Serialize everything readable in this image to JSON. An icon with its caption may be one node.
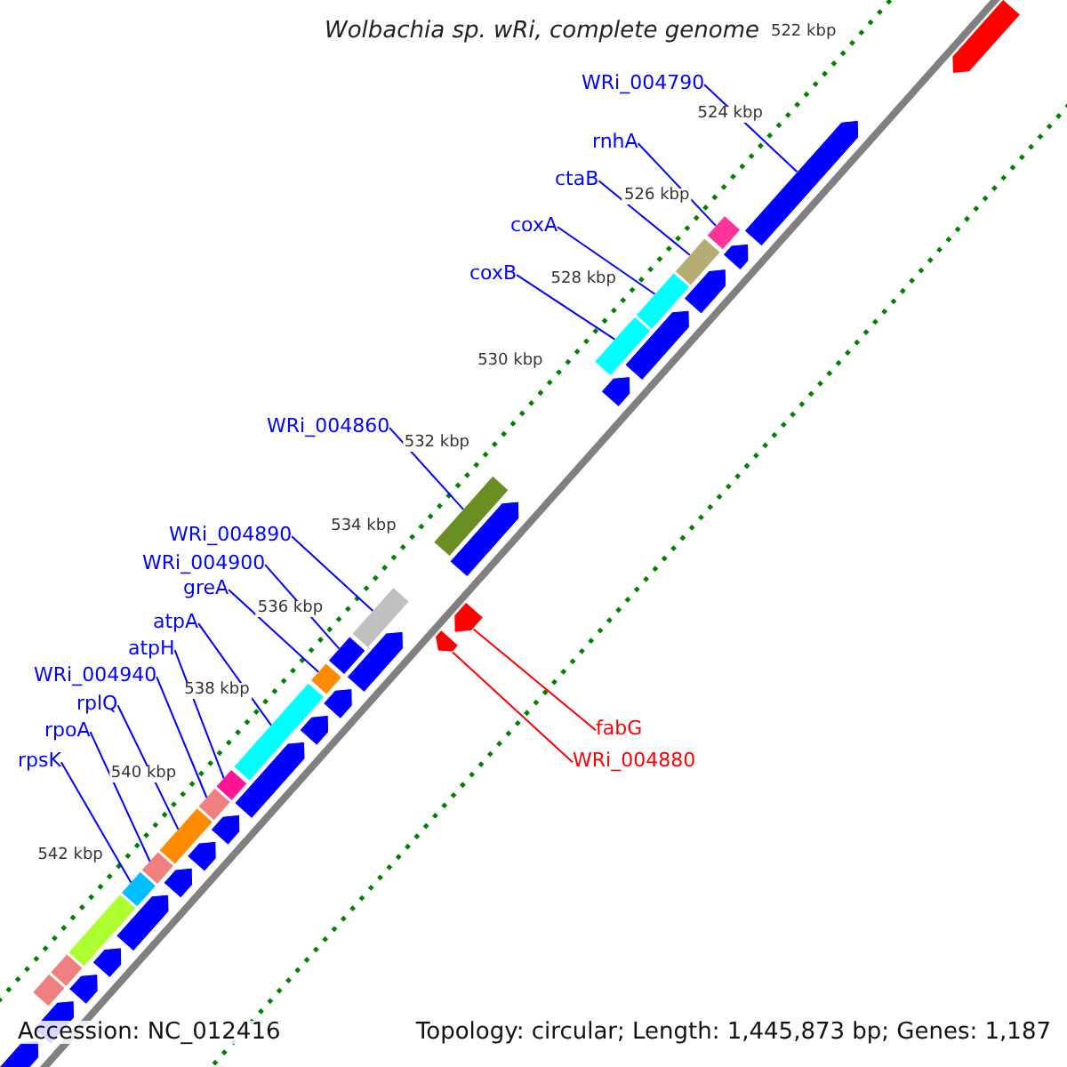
{
  "diagram": {
    "title": "Wolbachia sp. wRi, complete genome",
    "nodes": [
      {
        "text": [
          "WRi_004790"
        ]
      },
      {
        "text": [
          "rnhA"
        ]
      },
      {
        "text": [
          "ctaB"
        ]
      },
      {
        "text": [
          "coxA"
        ]
      },
      {
        "text": [
          "coxB"
        ]
      },
      {
        "text": [
          "WRi_004860"
        ]
      },
      {
        "text": [
          "WRi_004890"
        ]
      },
      {
        "text": [
          "WRi_004900"
        ]
      },
      {
        "text": [
          "greA"
        ]
      },
      {
        "text": [
          "atpA"
        ]
      },
      {
        "text": [
          "atpH"
        ]
      },
      {
        "text": [
          "WRi_004940"
        ]
      },
      {
        "text": [
          "rplQ"
        ]
      },
      {
        "text": [
          "rpoA"
        ]
      },
      {
        "text": [
          "rpsK"
        ]
      },
      {
        "text": [
          "fabG"
        ]
      },
      {
        "text": [
          "WRi_004880"
        ]
      },
      {
        "text": [],
        "shape": "arrow"
      },
      {
        "text": [],
        "shape": "bar"
      },
      {
        "text": [],
        "shape": "bar"
      },
      {
        "text": [],
        "shape": "bar"
      },
      {
        "text": [],
        "shape": "bar"
      },
      {
        "text": [],
        "shape": "bar"
      },
      {
        "text": [],
        "shape": "arrow"
      },
      {
        "text": [],
        "shape": "arrow"
      },
      {
        "text": [],
        "shape": "bar"
      },
      {
        "text": [],
        "shape": "bar"
      },
      {
        "text": [],
        "shape": "bar"
      },
      {
        "text": [],
        "shape": "bar"
      },
      {
        "text": [],
        "shape": "bar"
      },
      {
        "text": [],
        "shape": "bar"
      },
      {
        "text": [],
        "shape": "bar"
      },
      {
        "text": [],
        "shape": "bar"
      },
      {
        "text": [],
        "shape": "bar"
      },
      {
        "text": [],
        "shape": "bar"
      },
      {
        "text": [],
        "shape": "bar"
      },
      {
        "text": [],
        "shape": "bar"
      }
    ],
    "edges": [
      {
        "from": 0,
        "to": 17,
        "arrow": "none"
      },
      {
        "from": 1,
        "to": 18,
        "arrow": "none"
      },
      {
        "from": 2,
        "to": 19,
        "arrow": "none"
      },
      {
        "from": 3,
        "to": 20,
        "arrow": "none"
      },
      {
        "from": 4,
        "to": 21,
        "arrow": "none"
      },
      {
        "from": 5,
        "to": 22,
        "arrow": "none"
      },
      {
        "from": 6,
        "to": 25,
        "arrow": "none"
      },
      {
        "from": 7,
        "to": 26,
        "arrow": "none"
      },
      {
        "from": 8,
        "to": 27,
        "arrow": "none"
      },
      {
        "from": 9,
        "to": 28,
        "arrow": "none"
      },
      {
        "from": 10,
        "to": 29,
        "arrow": "none"
      },
      {
        "from": 11,
        "to": 30,
        "arrow": "none"
      },
      {
        "from": 12,
        "to": 31,
        "arrow": "none"
      },
      {
        "from": 13,
        "to": 32,
        "arrow": "none"
      },
      {
        "from": 14,
        "to": 33,
        "arrow": "none"
      },
      {
        "from": 15,
        "to": 23,
        "arrow": "none",
        "color": "#ff0000"
      },
      {
        "from": 16,
        "to": 24,
        "arrow": "none",
        "color": "#ff0000"
      }
    ],
    "labels": [
      "522 kbp",
      "524 kbp",
      "526 kbp",
      "528 kbp",
      "530 kbp",
      "532 kbp",
      "534 kbp",
      "536 kbp",
      "538 kbp",
      "540 kbp",
      "542 kbp",
      "Accession: NC_012416",
      "Topology: circular; Length: 1,445,873 bp; Genes: 1,187"
    ]
  }
}
